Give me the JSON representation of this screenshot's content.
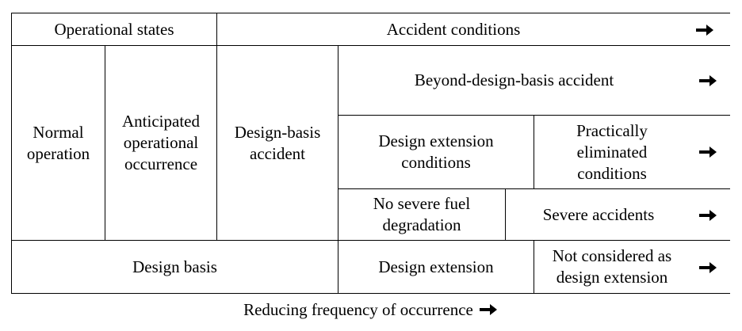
{
  "header": {
    "operational_states": "Operational states",
    "accident_conditions": "Accident conditions"
  },
  "columns": {
    "normal_operation": "Normal operation",
    "anticipated_occurrence": "Anticipated operational occurrence",
    "design_basis_accident": "Design-basis accident"
  },
  "accident_rows": {
    "beyond_design_basis": "Beyond-design-basis accident",
    "design_extension_conditions": "Design extension conditions",
    "practically_eliminated": "Practically eliminated conditions",
    "no_severe_fuel": "No severe fuel degradation",
    "severe_accidents": "Severe accidents"
  },
  "bottom_row": {
    "design_basis": "Design basis",
    "design_extension": "Design extension",
    "not_considered": "Not considered as design extension"
  },
  "footer": {
    "reducing_frequency": "Reducing frequency of occurrence"
  },
  "icons": {
    "arrow": "arrow-right-icon"
  }
}
